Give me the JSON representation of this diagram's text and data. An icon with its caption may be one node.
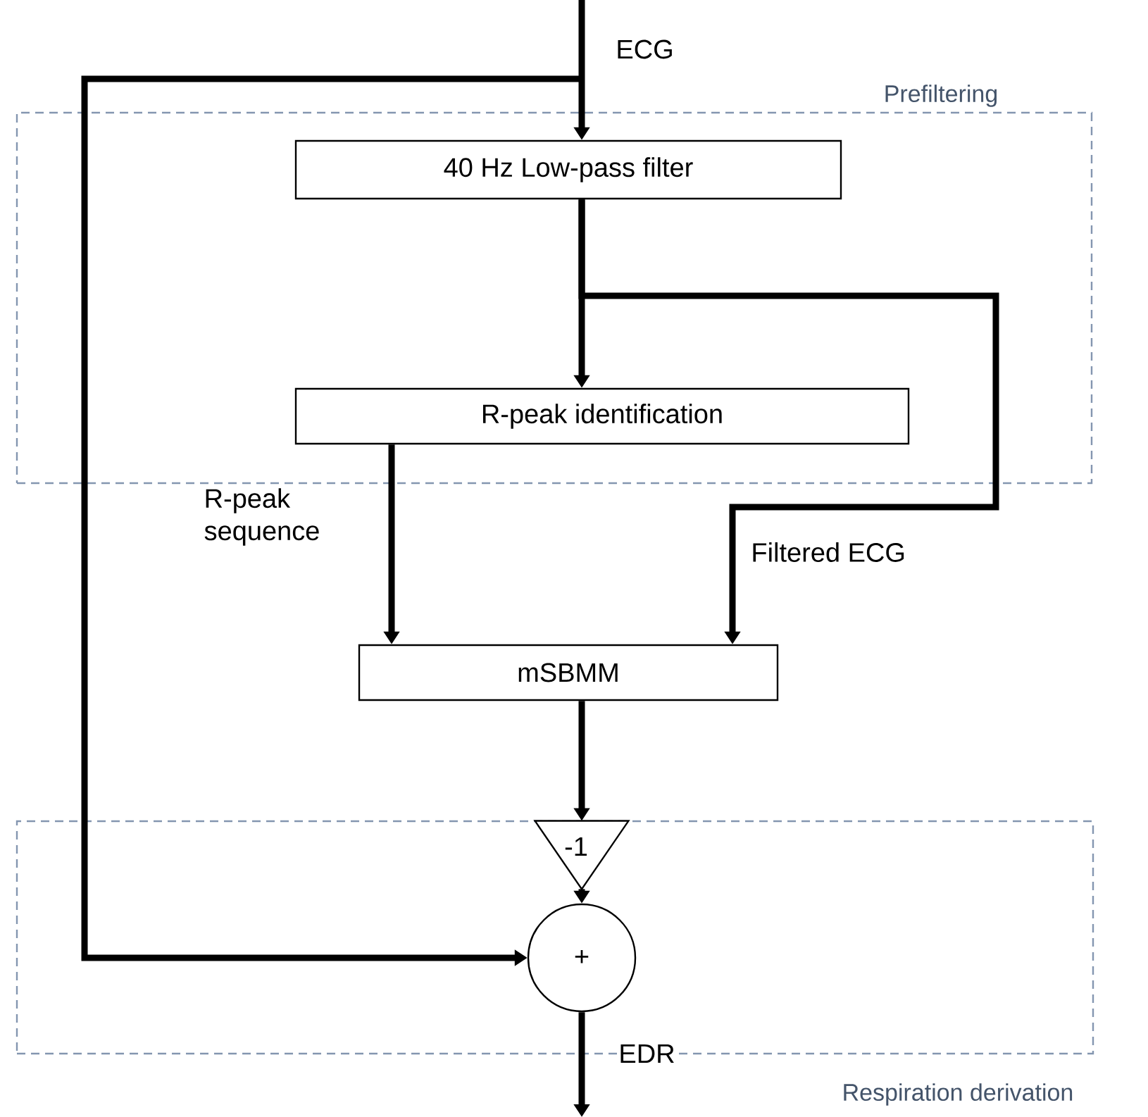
{
  "diagram": {
    "nodes": [
      {
        "text": [
          "Prefiltering"
        ]
      },
      {
        "text": [
          "40 Hz Low-pass filter"
        ],
        "in": 0
      },
      {
        "text": [
          "R-peak identification"
        ],
        "in": 0
      },
      {
        "text": [
          "Respiration derivation"
        ]
      },
      {
        "text": [
          "mSBMM"
        ]
      },
      {
        "text": [
          "-1"
        ],
        "in": 3
      },
      {
        "text": [
          "+"
        ],
        "in": 3
      }
    ],
    "edges": [
      {
        "from": null,
        "to": 1,
        "arrow": "to",
        "label": "ECG"
      },
      {
        "from": null,
        "to": 6,
        "arrow": "to"
      },
      {
        "from": 1,
        "to": 2,
        "arrow": "to"
      },
      {
        "from": 1,
        "to": 4,
        "arrow": "to",
        "label": "Filtered ECG"
      },
      {
        "from": 2,
        "to": 4,
        "arrow": "to",
        "label": "R-peak sequence"
      },
      {
        "from": 4,
        "to": 5,
        "arrow": "to"
      },
      {
        "from": 5,
        "to": 6,
        "arrow": "to"
      },
      {
        "from": 6,
        "to": null,
        "arrow": "to",
        "label": "EDR"
      }
    ]
  }
}
